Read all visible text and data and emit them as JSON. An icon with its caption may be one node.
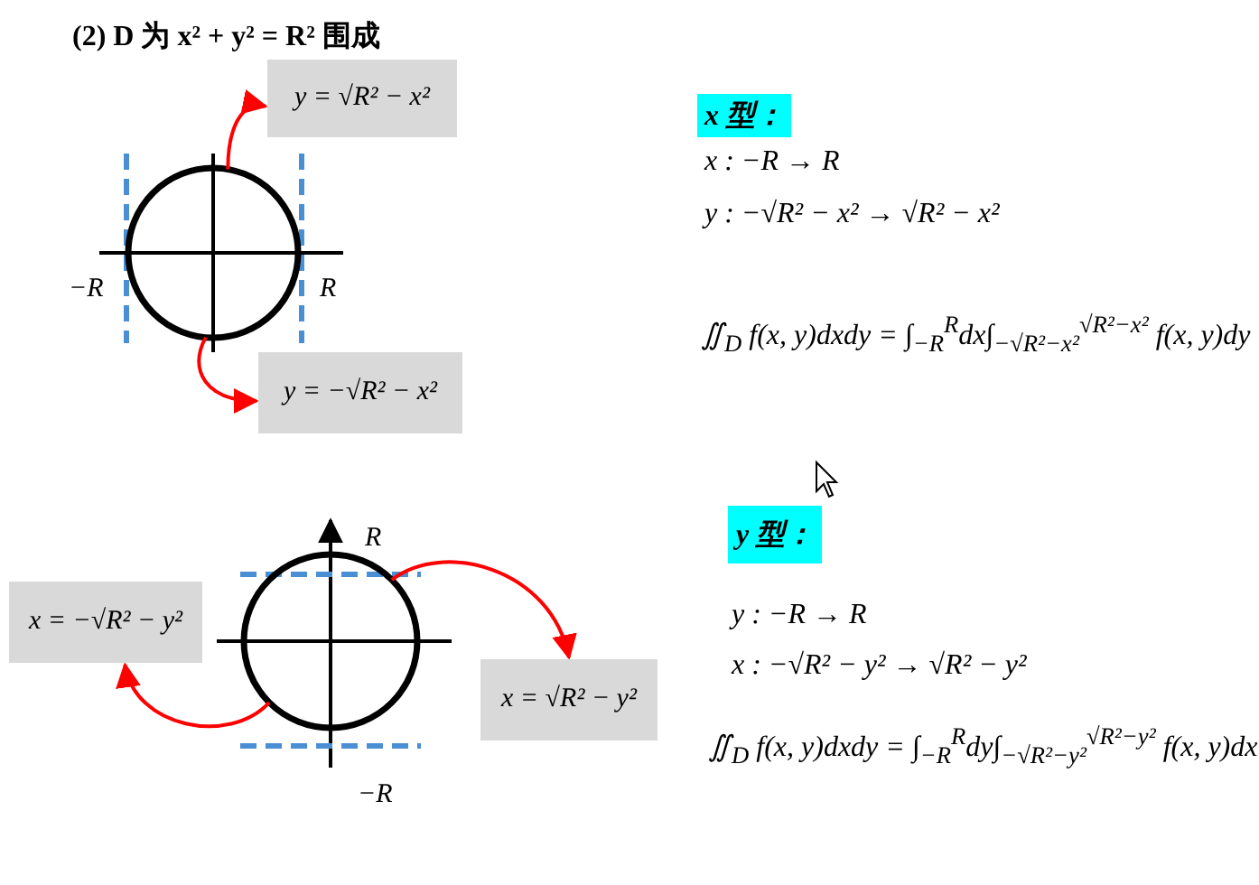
{
  "diagram": {
    "title": "(2) D 为 x² + y² = R² 围成",
    "nodes": [
      {
        "text": [
          "y = √R² − x²"
        ]
      },
      {
        "text": [],
        "shape": "circle"
      },
      {
        "text": [
          "y = −√R² − x²"
        ]
      },
      {
        "text": [
          "x = −√R² − y²"
        ]
      },
      {
        "text": [],
        "shape": "circle"
      },
      {
        "text": [
          "x = √R² − y²"
        ]
      },
      {
        "text": [
          "x 型："
        ]
      },
      {
        "text": [
          "y 型："
        ]
      }
    ],
    "edges": [
      {
        "from": 1,
        "to": 0,
        "arrow": "to",
        "color": "#ff0000"
      },
      {
        "from": 1,
        "to": 2,
        "arrow": "to",
        "color": "#ff0000"
      },
      {
        "from": 4,
        "to": 5,
        "arrow": "to",
        "color": "#ff0000"
      },
      {
        "from": 4,
        "to": 3,
        "arrow": "to",
        "color": "#ff0000"
      }
    ],
    "labels": [
      "−R",
      "R",
      "R",
      "−R",
      "x : −R → R",
      "y : −√R² − x² → √R² − x²",
      "∬$_{D}$ f(x, y)dxdy = ∫$_{−R}$$^{R}$dx∫$_{−√R²−x²}$$^{√R²−x²}$ f(x, y)dy",
      "y : −R → R",
      "x : −√R² − y² → √R² − y²",
      "∬$_{D}$ f(x, y)dxdy = ∫$_{−R}$$^{R}$dy∫$_{−√R²−y²}$$^{√R²−y²}$ f(x, y)dx"
    ]
  }
}
